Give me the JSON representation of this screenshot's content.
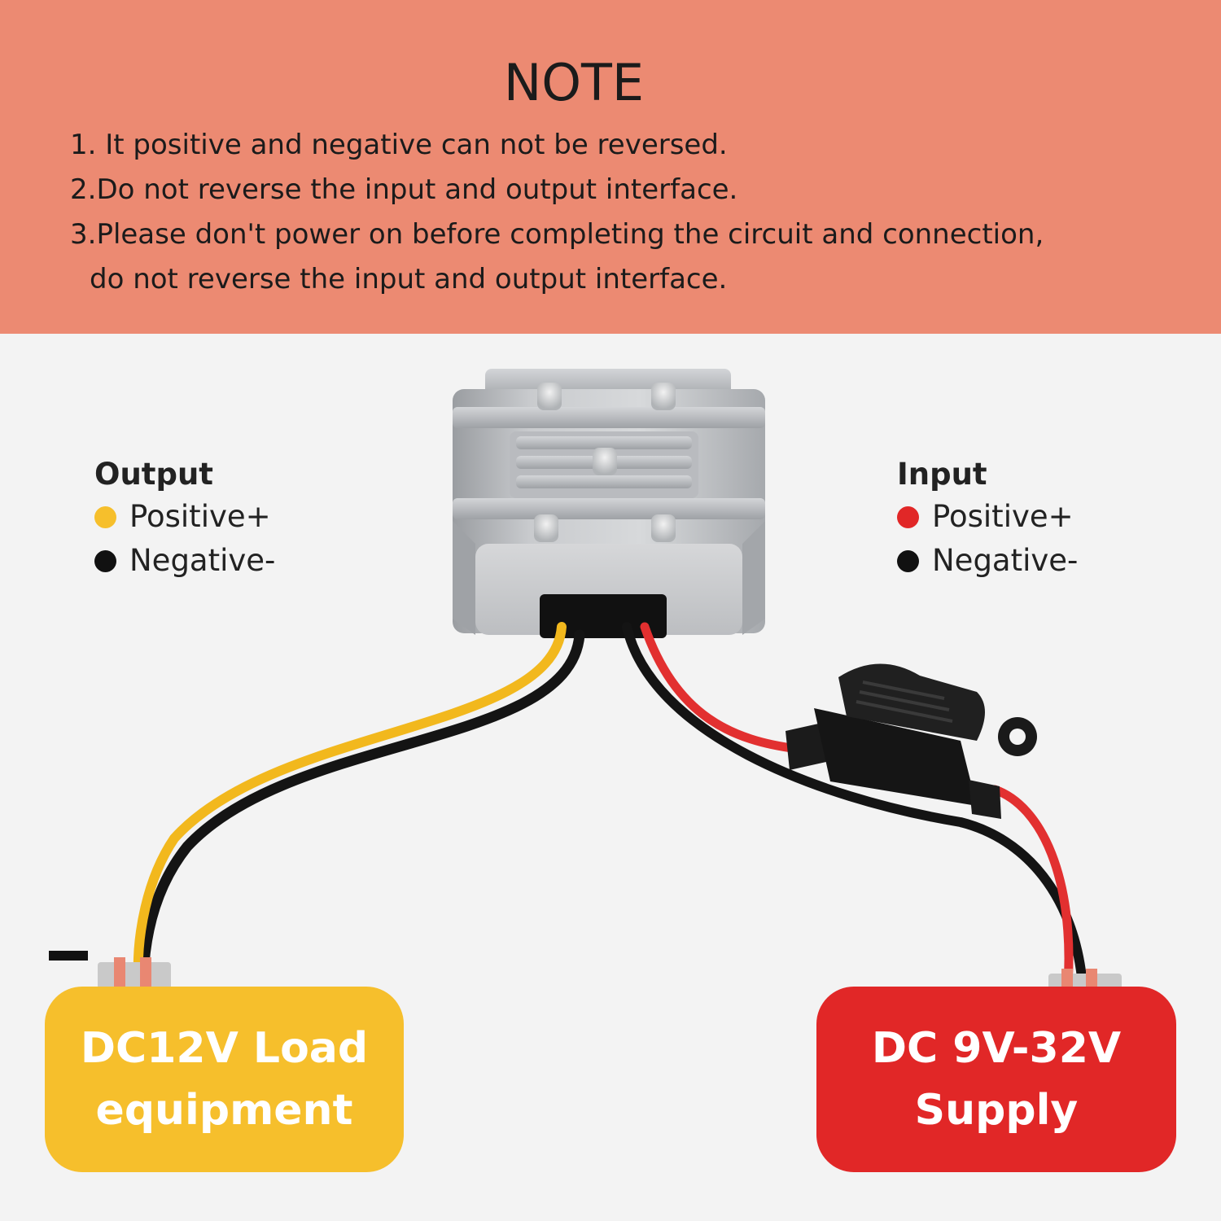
{
  "note": {
    "title": "NOTE",
    "lines": [
      "1. It positive and negative can not be reversed.",
      "2.Do not reverse the input and output interface.",
      "3.Please don't power on before completing the circuit and connection,",
      "do not reverse the input and output interface."
    ]
  },
  "output_legend": {
    "title": "Output",
    "positive": "Positive+",
    "negative": "Negative-"
  },
  "input_legend": {
    "title": "Input",
    "positive": "Positive+",
    "negative": "Negative-"
  },
  "load_box": {
    "line1": "DC12V Load",
    "line2": "equipment"
  },
  "supply_box": {
    "line1": "DC 9V-32V",
    "line2": "Supply"
  },
  "colors": {
    "banner": "#ec8a72",
    "background": "#f3f3f3",
    "output_positive": "#f6bf2c",
    "input_positive": "#e12727",
    "negative": "#111111",
    "load_box": "#f6bf2c",
    "supply_box": "#e12727"
  }
}
